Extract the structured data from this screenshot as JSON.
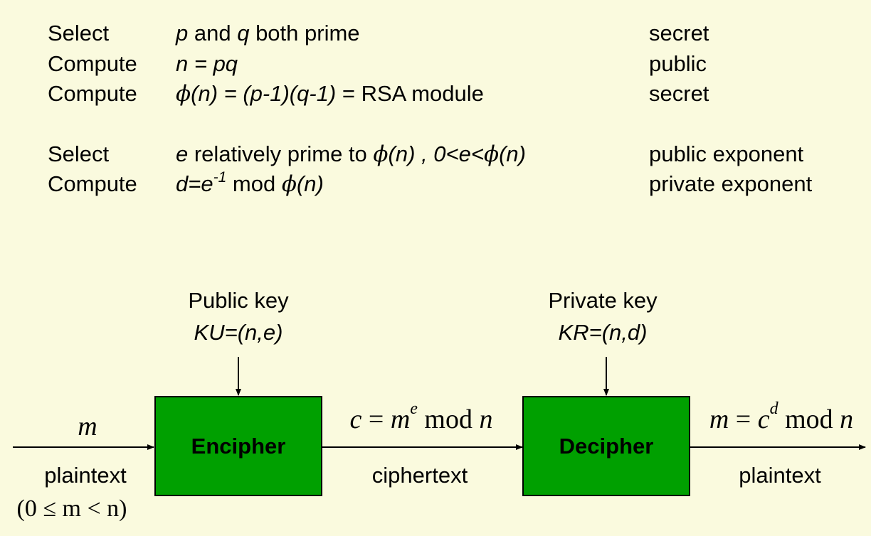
{
  "steps": [
    {
      "action": "Select",
      "pre": "",
      "italic1": "p",
      "mid": " and ",
      "italic2": "q",
      "post": " both prime",
      "note": "secret"
    },
    {
      "action": "Compute",
      "expr": "n = pq",
      "note": "public"
    },
    {
      "action": "Compute",
      "phi": "ϕ",
      "expr_italic": "(n) = (p-1)(q-1)",
      "expr_plain": " = RSA module",
      "note": "secret"
    },
    {
      "action": "Select",
      "e": "e",
      "text": " relatively prime to ",
      "phi": "ϕ",
      "n": "(n) , 0<e<",
      "phi2": "ϕ",
      "n2": "(n)",
      "note": "public exponent"
    },
    {
      "action": "Compute",
      "d": "d=e",
      "sup": "-1",
      "mod": " mod ",
      "phi": "ϕ",
      "n": "(n)",
      "note": "private exponent"
    }
  ],
  "diagram": {
    "input_symbol": "m",
    "input_label": "plaintext",
    "input_range": "(0 ≤ m < n)",
    "public_key_title": "Public key",
    "public_key_value": "KU=(n,e)",
    "encipher_label": "Encipher",
    "cipher_formula": {
      "lhs": "c",
      "eq": " = ",
      "base": "m",
      "exp": "e",
      "mod": " mod ",
      "n": "n"
    },
    "cipher_label": "ciphertext",
    "private_key_title": "Private key",
    "private_key_value": "KR=(n,d)",
    "decipher_label": "Decipher",
    "plain_formula": {
      "lhs": "m",
      "eq": " = ",
      "base": "c",
      "exp": "d",
      "mod": " mod ",
      "n": "n"
    },
    "output_label": "plaintext"
  },
  "colors": {
    "background": "#fafade",
    "box": "#00a000"
  }
}
